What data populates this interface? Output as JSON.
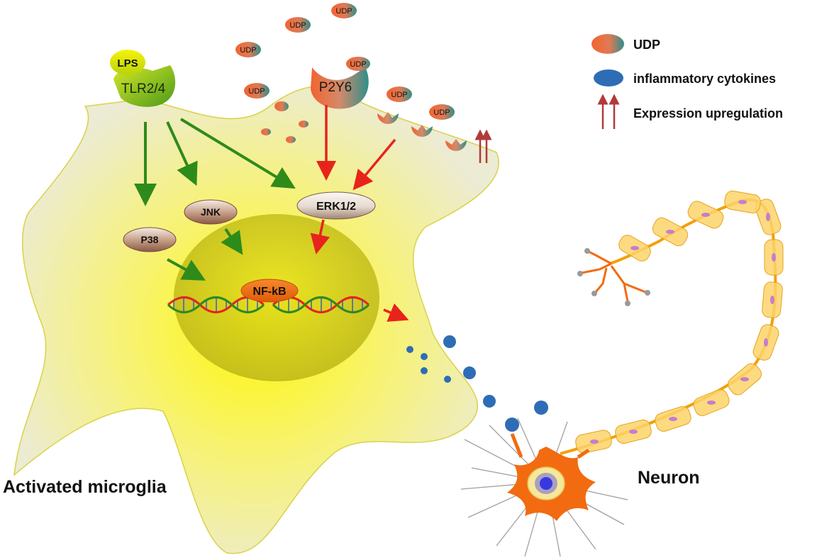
{
  "labels": {
    "lps": "LPS",
    "tlr": "TLR2/4",
    "p2y6": "P2Y6",
    "udp": "UDP",
    "jnk": "JNK",
    "p38": "P38",
    "erk": "ERK1/2",
    "nfkb": "NF-kB",
    "microglia": "Activated microglia",
    "neuron": "Neuron"
  },
  "legend": {
    "udp": "UDP",
    "cytokines": "inflammatory cytokines",
    "upregulation": "Expression upregulation"
  },
  "colors": {
    "green_arrow": "#2e8b1a",
    "red_arrow": "#e8231c",
    "cytokine": "#2e6db5",
    "neuron": "#f26b10",
    "cell_fill": "#eeeed6",
    "cell_stroke": "#d9d24a",
    "nucleus": "#c8c21a"
  }
}
